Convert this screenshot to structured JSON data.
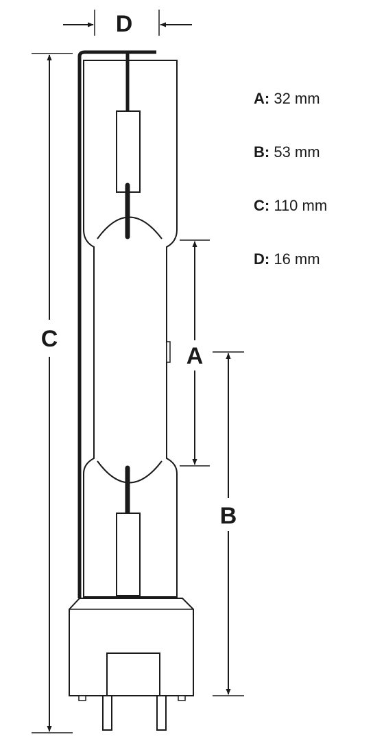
{
  "labels": {
    "a": "A",
    "b": "B",
    "c": "C",
    "d": "D"
  },
  "legend": [
    {
      "key": "A:",
      "value": "32 mm"
    },
    {
      "key": "B:",
      "value": "53 mm"
    },
    {
      "key": "C:",
      "value": "110 mm"
    },
    {
      "key": "D:",
      "value": "16 mm"
    }
  ],
  "colors": {
    "ink": "#1a1a1a",
    "background": "#ffffff"
  }
}
